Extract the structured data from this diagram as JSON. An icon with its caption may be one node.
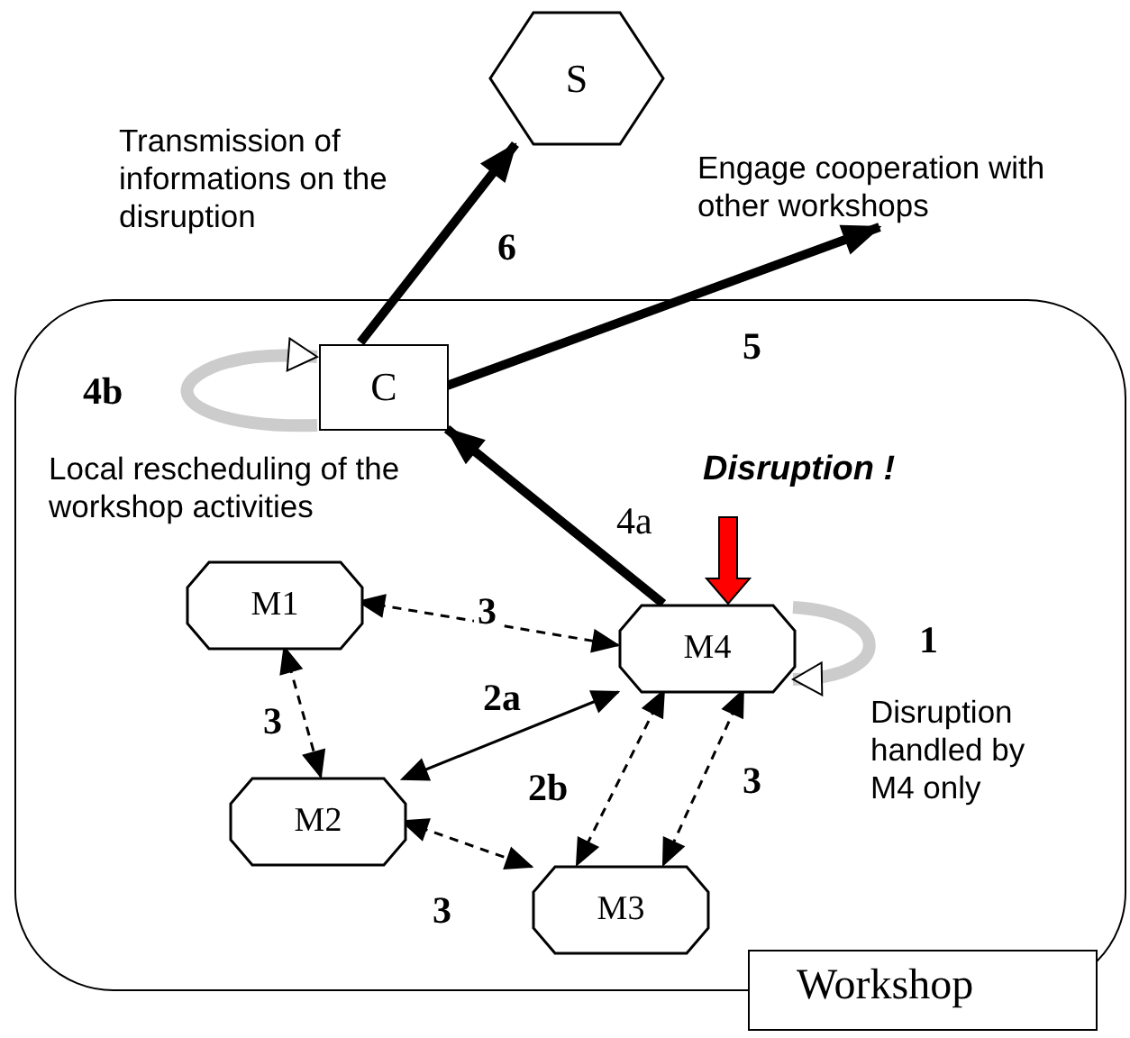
{
  "diagram": {
    "nodes": [
      {
        "text": [
          "Workshop"
        ]
      },
      {
        "text": [
          "S"
        ]
      },
      {
        "text": [
          "C"
        ],
        "in": 0
      },
      {
        "text": [
          "M1"
        ],
        "in": 0
      },
      {
        "text": [
          "M2"
        ],
        "in": 0
      },
      {
        "text": [
          "M3"
        ],
        "in": 0
      },
      {
        "text": [
          "M4"
        ],
        "in": 0
      },
      {
        "text": [
          "Engage cooperation with other workshops"
        ]
      }
    ],
    "edges": [
      {
        "from": 2,
        "to": 1,
        "arrow": "to",
        "label": "6",
        "style": "thick"
      },
      {
        "from": 2,
        "to": 7,
        "arrow": "to",
        "label": "5",
        "style": "thick"
      },
      {
        "from": 2,
        "to": 2,
        "arrow": "to",
        "label": "4b",
        "style": "thick",
        "color": "#cccccc"
      },
      {
        "from": 6,
        "to": 2,
        "arrow": "to",
        "label": "4a",
        "style": "thick"
      },
      {
        "from": null,
        "to": 6,
        "arrow": "to",
        "label": "Disruption !",
        "color": "#ff0000"
      },
      {
        "from": 6,
        "to": 6,
        "arrow": "to",
        "label": "1",
        "style": "thick",
        "color": "#cccccc"
      },
      {
        "from": 3,
        "to": 6,
        "arrow": "both",
        "label": "3",
        "style": "dashed"
      },
      {
        "from": 3,
        "to": 4,
        "arrow": "both",
        "label": "3",
        "style": "dashed"
      },
      {
        "from": 4,
        "to": 6,
        "arrow": "both",
        "label": "2a"
      },
      {
        "from": 6,
        "to": 5,
        "arrow": "both",
        "label": "2b",
        "style": "dashed"
      },
      {
        "from": 6,
        "to": 5,
        "arrow": "both",
        "label": "3",
        "style": "dashed"
      },
      {
        "from": 4,
        "to": 5,
        "arrow": "both",
        "label": "3",
        "style": "dashed"
      }
    ],
    "labels": [
      "Transmission of informations on the disruption",
      "Local rescheduling of the workshop activities",
      "Disruption handled by M4 only"
    ]
  }
}
